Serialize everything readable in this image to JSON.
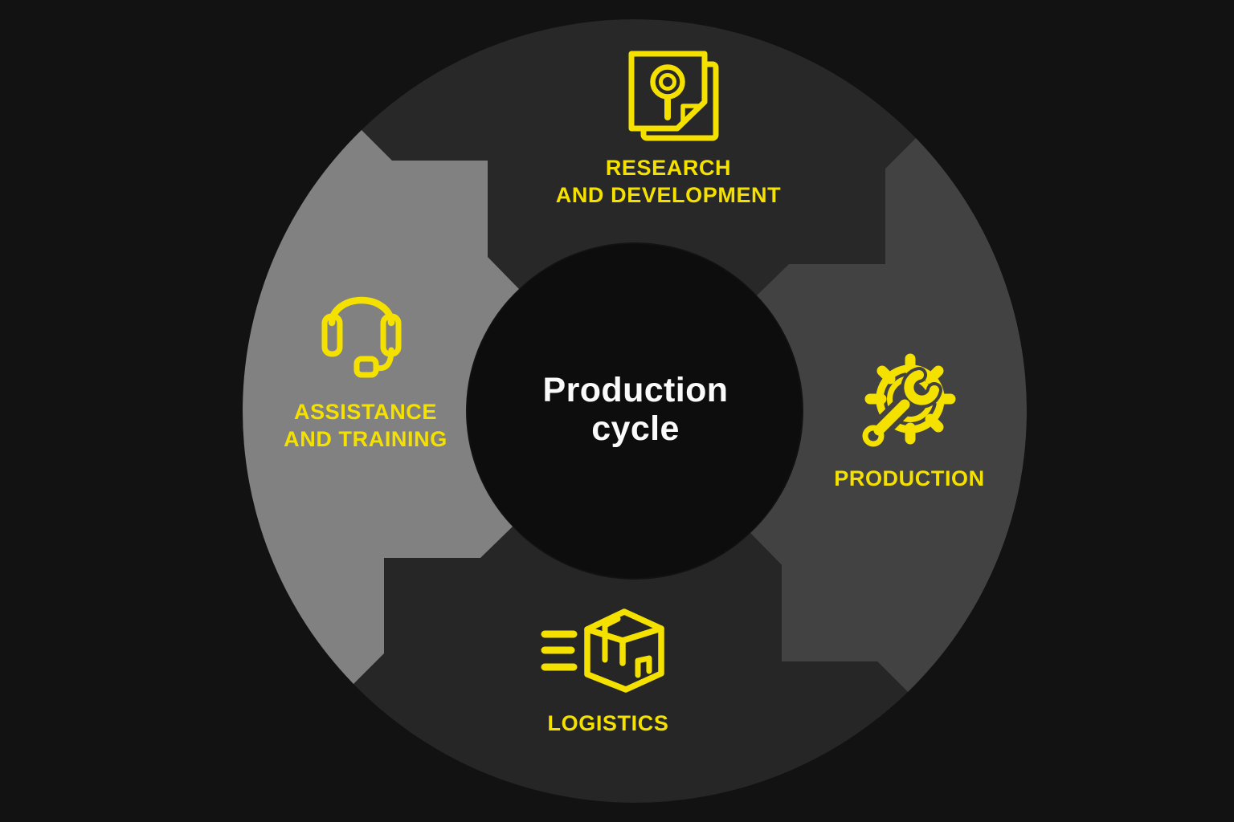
{
  "diagram": {
    "type": "cycle-diagram",
    "center_title_line1": "Production",
    "center_title_line2": "cycle"
  },
  "segments": [
    {
      "name": "Research and development",
      "position": "top",
      "label_line1": "RESEARCH",
      "label_line2": "AND DEVELOPMENT",
      "icon": "document-search-icon",
      "color": "#282828"
    },
    {
      "name": "Production",
      "position": "right",
      "label_line1": "PRODUCTION",
      "icon": "gear-wrench-icon",
      "color": "#424242"
    },
    {
      "name": "Logistics",
      "position": "bottom",
      "label_line1": "LOGISTICS",
      "icon": "shipping-box-icon",
      "color": "#262626"
    },
    {
      "name": "Assistance and training",
      "position": "left",
      "label_line1": "ASSISTANCE",
      "label_line2": "AND TRAINING",
      "icon": "headset-icon",
      "color": "#818181"
    }
  ],
  "colors": {
    "background": "#121213",
    "center_circle": "#0D0D0E",
    "accent": "#F5E100",
    "title_text": "#FAFAFA"
  }
}
